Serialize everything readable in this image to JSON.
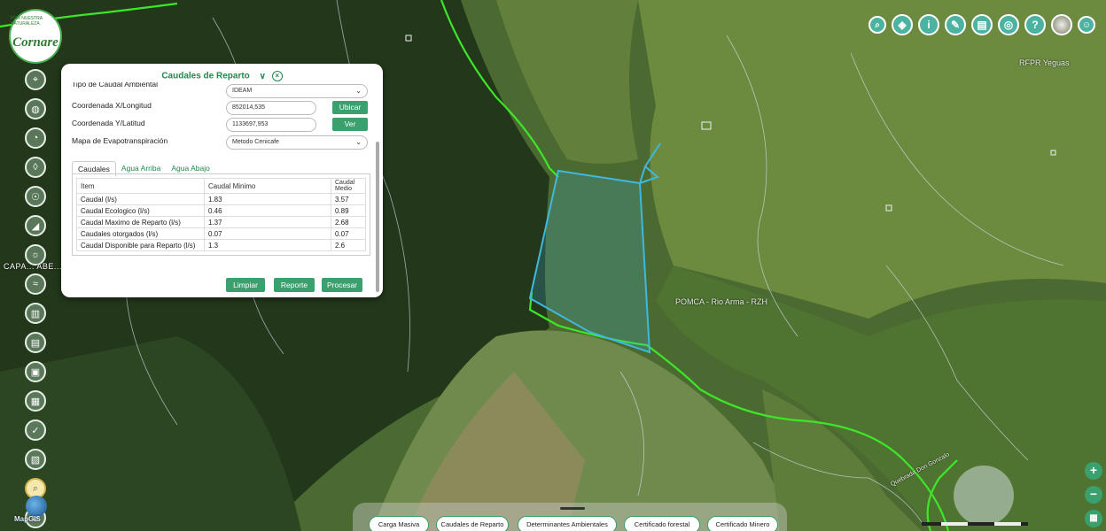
{
  "logo": {
    "text": "Cornare",
    "subtext": "POR NUESTRA NATURALEZA"
  },
  "left_toolbar": {
    "side_label": "CAPA... ABE... AL"
  },
  "map_labels": {
    "reserve": "RFPR Yeguas",
    "pomca": "POMCA - Rio Arma - RZH",
    "stream": "Quebrada Don Gonzalo"
  },
  "panel": {
    "title": "Caudales de Reparto",
    "fields": {
      "tipo_label": "Tipo de Caudal Ambiental",
      "tipo_value": "IDEAM",
      "x_label": "Coordenada X/Longitud",
      "x_value": "852014,535",
      "y_label": "Coordenada Y/Latitud",
      "y_value": "1133697,953",
      "mapa_label": "Mapa de Evapotranspiración",
      "mapa_value": "Metodo Cenicafe"
    },
    "buttons": {
      "ubicar": "Ubicar",
      "ver": "Ver",
      "limpiar": "Limpiar",
      "reporte": "Reporte",
      "procesar": "Procesar"
    },
    "tabs": [
      "Caudales",
      "Agua Arriba",
      "Agua Abajo"
    ],
    "table": {
      "headers": [
        "Item",
        "Caudal Minimo",
        "Caudal Medio"
      ],
      "rows": [
        [
          "Caudal (l/s)",
          "1.83",
          "3.57"
        ],
        [
          "Caudal Ecologico (l/s)",
          "0.46",
          "0.89"
        ],
        [
          "Caudal Maximo de Reparto (l/s)",
          "1.37",
          "2.68"
        ],
        [
          "Caudales otorgados (l/s)",
          "0.07",
          "0.07"
        ],
        [
          "Caudal Disponible para Reparto (l/s)",
          "1.3",
          "2.6"
        ]
      ]
    }
  },
  "bottom_bar": {
    "buttons": [
      "Carga Masiva",
      "Caudales de Reparto",
      "Determinantes Ambientales",
      "Certificado forestal",
      "Certificado Minero"
    ]
  },
  "mapgis": "MapGIS",
  "zoom": {
    "in": "+",
    "out": "−"
  },
  "colors": {
    "accent": "#3aa06d",
    "toolbar": "#4cb3a0",
    "boundary": "#3ee62a",
    "polygon": "#3fb8e0"
  }
}
